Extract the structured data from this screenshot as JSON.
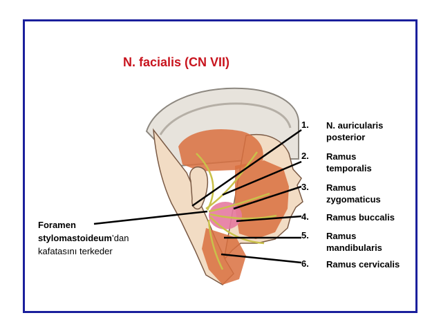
{
  "slide": {
    "title": "N. facialis (CN VII)",
    "colors": {
      "title": "#c8141e",
      "frame": "#1a1f9c",
      "muscle": "#d9703f",
      "gland": "#e67aa0",
      "nerve": "#c9c14a"
    },
    "branches": [
      {
        "num": "1.",
        "line1": "N. auricularis",
        "line2": "posterior"
      },
      {
        "num": "2.",
        "line1": "Ramus",
        "line2": "temporalis"
      },
      {
        "num": "3.",
        "line1": "Ramus",
        "line2": "zygomaticus"
      },
      {
        "num": "4.",
        "line1": "Ramus buccalis",
        "line2": ""
      },
      {
        "num": "5.",
        "line1": "Ramus",
        "line2": "mandibularis"
      },
      {
        "num": "6.",
        "line1": "Ramus cervicalis",
        "line2": ""
      }
    ],
    "foramen": {
      "line1": "Foramen",
      "line2_bold": "stylomastoideum",
      "line2_rest": "’dan",
      "line3": "kafatasını terkeder"
    }
  }
}
